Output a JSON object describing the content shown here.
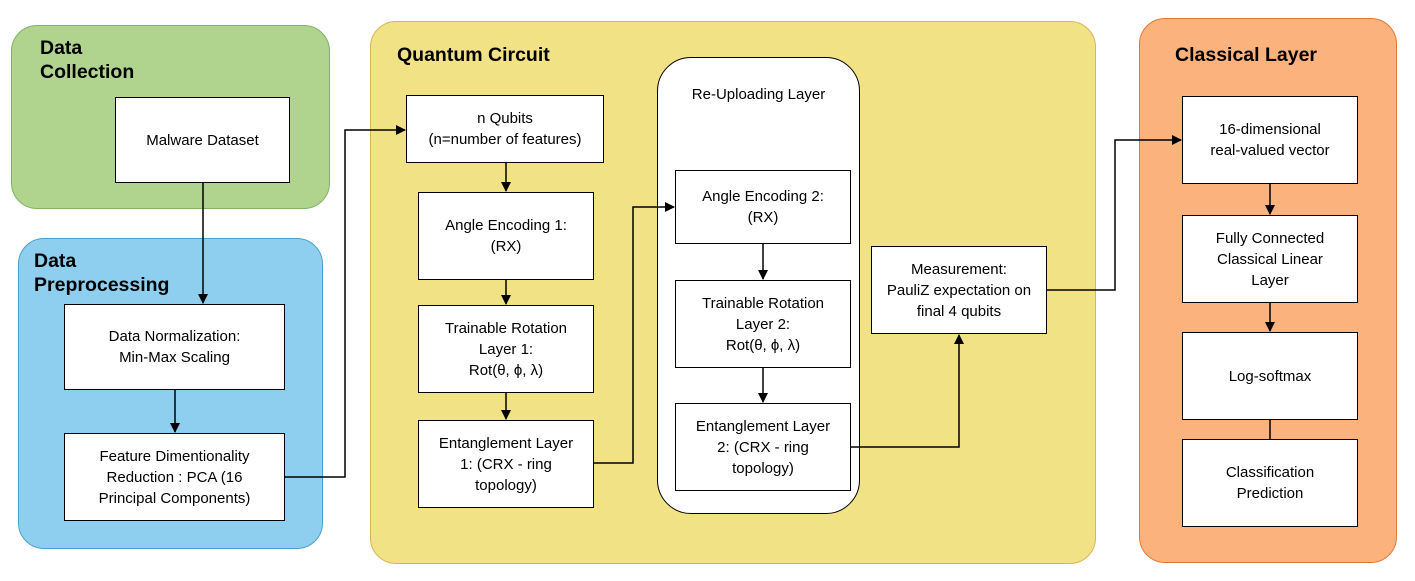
{
  "groups": {
    "collection": {
      "title": "Data\nCollection",
      "fill": "#b0d48d",
      "stroke": "#82b366"
    },
    "preprocessing": {
      "title": "Data\nPreprocessing",
      "fill": "#8ecfef",
      "stroke": "#4ea0cc"
    },
    "quantum": {
      "title": "Quantum Circuit",
      "fill": "#f1e286",
      "stroke": "#d6b656"
    },
    "classical": {
      "title": "Classical Layer",
      "fill": "#fbb27c",
      "stroke": "#e07a3a"
    }
  },
  "reupload": {
    "title": "Re-Uploading Layer"
  },
  "nodes": {
    "malware_dataset": "Malware Dataset",
    "normalization": "Data Normalization:\nMin-Max Scaling",
    "pca": "Feature Dimentionality\nReduction : PCA (16\nPrincipal Components)",
    "qubits": "n Qubits\n(n=number of features)",
    "angle1": "Angle Encoding 1:\n(RX)",
    "rot1": "Trainable Rotation\nLayer 1:\nRot(θ, ϕ, λ)",
    "ent1": "Entanglement Layer\n1: (CRX - ring\ntopology)",
    "angle2": "Angle Encoding 2:\n(RX)",
    "rot2": "Trainable Rotation\nLayer 2:\nRot(θ, ϕ, λ)",
    "ent2": "Entanglement Layer\n2: (CRX - ring\ntopology)",
    "measurement": "Measurement:\nPauliZ expectation on\nfinal 4 qubits",
    "vector": "16-dimensional\nreal-valued vector",
    "fc": "Fully Connected\nClassical Linear\nLayer",
    "logsoftmax": "Log-softmax",
    "prediction": "Classification\nPrediction"
  }
}
